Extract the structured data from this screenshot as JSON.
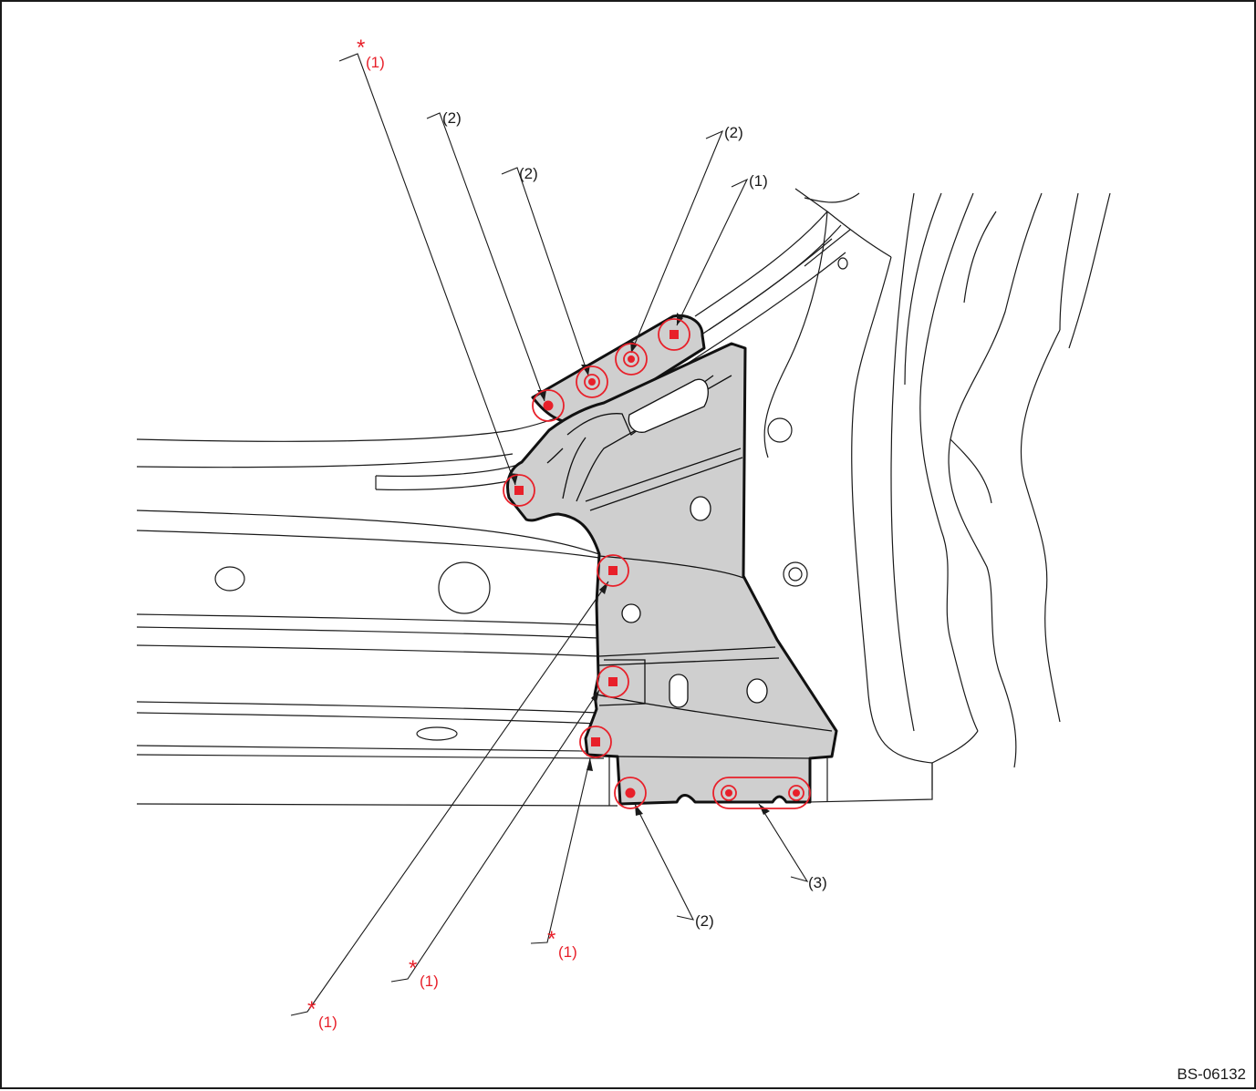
{
  "figure": {
    "id": "BS-06132",
    "colors": {
      "accent": "#e8202a",
      "part_fill": "#cfcfcf",
      "line": "#1a1a1a"
    }
  },
  "callouts": [
    {
      "label": "(1)",
      "starred": true
    },
    {
      "label": "(2)",
      "starred": false
    },
    {
      "label": "(2)",
      "starred": false
    },
    {
      "label": "(2)",
      "starred": false
    },
    {
      "label": "(1)",
      "starred": false
    },
    {
      "label": "(3)",
      "starred": false
    },
    {
      "label": "(2)",
      "starred": false
    },
    {
      "label": "(1)",
      "starred": true
    },
    {
      "label": "(1)",
      "starred": true
    },
    {
      "label": "(1)",
      "starred": true
    }
  ],
  "star_symbol": "*",
  "weld_marks": [
    {
      "type": "square"
    },
    {
      "type": "dot"
    },
    {
      "type": "ringed-dot"
    },
    {
      "type": "ringed-dot"
    },
    {
      "type": "square"
    },
    {
      "type": "square"
    },
    {
      "type": "square"
    },
    {
      "type": "square"
    },
    {
      "type": "dot"
    },
    {
      "type": "ringed-dot"
    },
    {
      "type": "ringed-dot"
    }
  ]
}
